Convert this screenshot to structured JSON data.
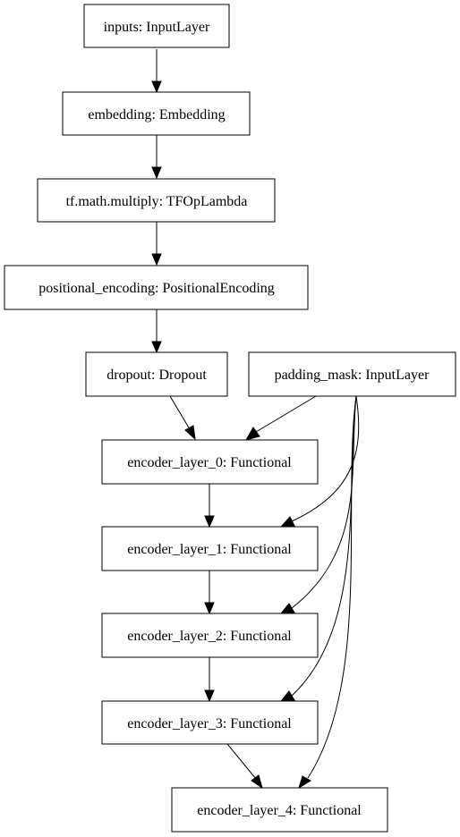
{
  "nodes": [
    {
      "id": "inputs",
      "label": "inputs: InputLayer"
    },
    {
      "id": "embedding",
      "label": "embedding: Embedding"
    },
    {
      "id": "multiply",
      "label": "tf.math.multiply: TFOpLambda"
    },
    {
      "id": "positional_encoding",
      "label": "positional_encoding: PositionalEncoding"
    },
    {
      "id": "dropout",
      "label": "dropout: Dropout"
    },
    {
      "id": "padding_mask",
      "label": "padding_mask: InputLayer"
    },
    {
      "id": "encoder_layer_0",
      "label": "encoder_layer_0: Functional"
    },
    {
      "id": "encoder_layer_1",
      "label": "encoder_layer_1: Functional"
    },
    {
      "id": "encoder_layer_2",
      "label": "encoder_layer_2: Functional"
    },
    {
      "id": "encoder_layer_3",
      "label": "encoder_layer_3: Functional"
    },
    {
      "id": "encoder_layer_4",
      "label": "encoder_layer_4: Functional"
    }
  ],
  "edges": [
    {
      "from": "inputs",
      "to": "embedding"
    },
    {
      "from": "embedding",
      "to": "multiply"
    },
    {
      "from": "multiply",
      "to": "positional_encoding"
    },
    {
      "from": "positional_encoding",
      "to": "dropout"
    },
    {
      "from": "dropout",
      "to": "encoder_layer_0"
    },
    {
      "from": "padding_mask",
      "to": "encoder_layer_0"
    },
    {
      "from": "encoder_layer_0",
      "to": "encoder_layer_1"
    },
    {
      "from": "padding_mask",
      "to": "encoder_layer_1"
    },
    {
      "from": "encoder_layer_1",
      "to": "encoder_layer_2"
    },
    {
      "from": "padding_mask",
      "to": "encoder_layer_2"
    },
    {
      "from": "encoder_layer_2",
      "to": "encoder_layer_3"
    },
    {
      "from": "padding_mask",
      "to": "encoder_layer_3"
    },
    {
      "from": "encoder_layer_3",
      "to": "encoder_layer_4"
    },
    {
      "from": "padding_mask",
      "to": "encoder_layer_4"
    }
  ]
}
